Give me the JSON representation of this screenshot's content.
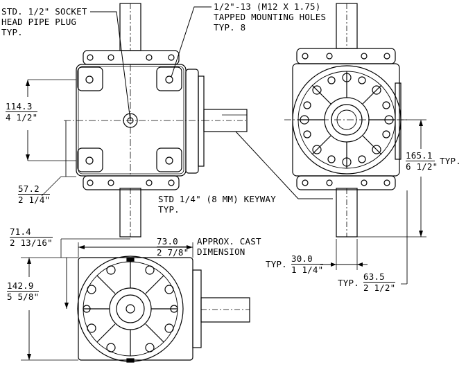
{
  "notes": {
    "pipe_plug": [
      "STD. 1/2\" SOCKET",
      "HEAD PIPE PLUG",
      "TYP."
    ],
    "tapped_holes": [
      "1/2\"-13 (M12 X 1.75)",
      "TAPPED MOUNTING HOLES",
      "TYP. 8"
    ],
    "keyway": [
      "STD 1/4\" (8 MM) KEYWAY",
      "TYP."
    ],
    "cast_dimension": [
      "APPROX. CAST",
      "DIMENSION"
    ]
  },
  "dimensions": {
    "d114": {
      "mm": "114.3",
      "inch": "4 1/2\""
    },
    "d57": {
      "mm": "57.2",
      "inch": "2 1/4\""
    },
    "d71": {
      "mm": "71.4",
      "inch": "2 13/16\""
    },
    "d143": {
      "mm": "142.9",
      "inch": "5 5/8\""
    },
    "d73": {
      "mm": "73.0",
      "inch": "2 7/8\""
    },
    "d165": {
      "mm": "165.1",
      "inch": "6 1/2\"",
      "suffix": "TYP."
    },
    "d30": {
      "prefix": "TYP.",
      "mm": "30.0",
      "inch": "1 1/4\""
    },
    "d63": {
      "prefix": "TYP.",
      "mm": "63.5",
      "inch": "2 1/2\""
    }
  }
}
